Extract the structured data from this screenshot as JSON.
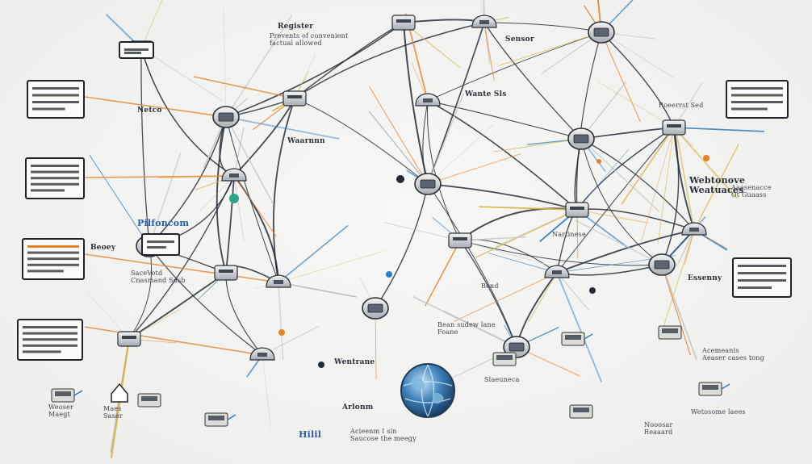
{
  "labels": {
    "top_center": "Register",
    "top_center_sub": "Prevents of convenient\nfactual allowed",
    "top_right_1": "Sensor",
    "top_right_2": "Wante Sls",
    "left_1": "Waarnnn",
    "left_2": "Netco",
    "left_3": "Pilfoncom",
    "left_4": "SaceVotd\nCnasmand Sdsb",
    "left_5": "Beoey",
    "mid_right_1": "Webtonove\nWeatuaces",
    "mid_right_2": "Essenny",
    "mid_right_3": "Bend",
    "bottom_left_1": "Weoser\nMaegt",
    "bottom_left_2": "Maes\nSaser",
    "bottom_center_1": "Wentrane",
    "bottom_center_2": "Arlonm",
    "bottom_center_3": "Acieenm I sin\nSaucose the meegy",
    "bottom_center_4": "Bean sudew lane\nFoane",
    "bottom_center_5": "Hilil",
    "bottom_right_1": "Nooosar\nReaaard",
    "bottom_right_2": "Wetosome laees",
    "bottom_right_3": "Acemeanis\nAeaser cases tong",
    "right_mid": "Aaasenacce\nOt Guaass",
    "center_1": "Slaeuneca",
    "center_2": "Nartinese",
    "center_3": "Roeerrst Sed"
  },
  "colors": {
    "line": "#222b38",
    "orange": "#e8822a",
    "blue": "#2e7ec4",
    "gold": "#d8b440",
    "gray_device": "#9aa0a8",
    "globe": "#3b7fb8"
  }
}
